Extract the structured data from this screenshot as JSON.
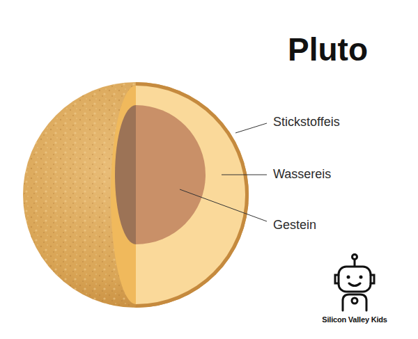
{
  "diagram": {
    "title": "Pluto",
    "labels": [
      "Stickstoffeis",
      "Wassereis",
      "Gestein",
      "Silicon Valley Kids"
    ]
  }
}
